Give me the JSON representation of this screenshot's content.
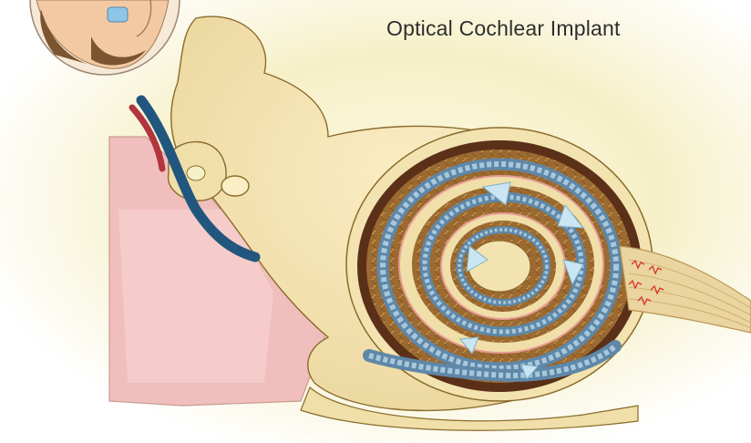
{
  "title": "Optical Cochlear Implant",
  "colors": {
    "background_glow": "#f6f0c8",
    "bone": "#f0dfa8",
    "bone_outline": "#8a6b2c",
    "soft_tissue": "#f0bfbd",
    "vessel": "#21577e",
    "vessel_red": "#b0353e",
    "cochlear_dark": "#5b3019",
    "cochlear_fill": "#9c6a2f",
    "implant_blue": "#5e87a8",
    "implant_segment": "#8fb3cd",
    "light_emitter": "#c9e6f2",
    "nerve": "#ead4a0",
    "signal_red": "#d8312b",
    "skin": "#f3c9a3",
    "hair": "#7a5530",
    "earpiece": "#8ec6e8"
  },
  "icons": [
    "ear-inset",
    "light-wedge",
    "neural-spike"
  ]
}
